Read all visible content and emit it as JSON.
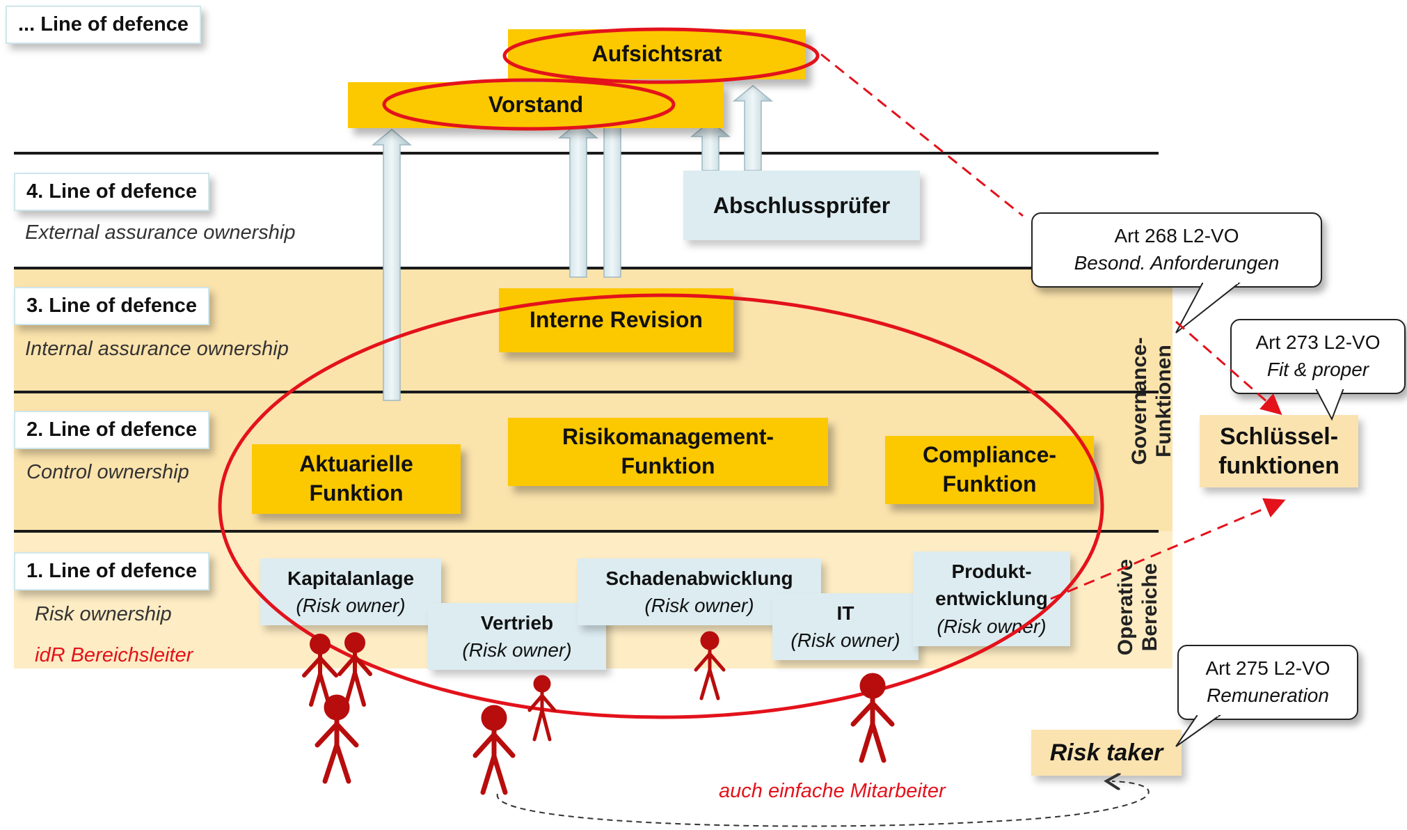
{
  "header_label": "... Line of defence",
  "lines": [
    {
      "title": "4. Line of defence",
      "subtitle": "External assurance ownership"
    },
    {
      "title": "3. Line of defence",
      "subtitle": "Internal assurance ownership"
    },
    {
      "title": "2. Line of defence",
      "subtitle": "Control ownership"
    },
    {
      "title": "1. Line of defence",
      "subtitle": "Risk ownership",
      "note": "idR Bereichsleiter"
    }
  ],
  "top_boxes": {
    "aufsichtsrat": "Aufsichtsrat",
    "vorstand": "Vorstand"
  },
  "auditor": "Abschlussprüfer",
  "interne_revision": "Interne Revision",
  "functions": {
    "aktuarielle": [
      "Aktuarielle",
      "Funktion"
    ],
    "risikomanagement": [
      "Risikomanagement-",
      "Funktion"
    ],
    "compliance": [
      "Compliance-",
      "Funktion"
    ]
  },
  "operative": [
    {
      "name": "Kapitalanlage",
      "owner": "(Risk owner)"
    },
    {
      "name": "Vertrieb",
      "owner": "(Risk owner)"
    },
    {
      "name": "Schadenabwicklung",
      "owner": "(Risk owner)"
    },
    {
      "name": "IT",
      "owner": "(Risk owner)"
    },
    {
      "name": "Produkt-",
      "name2": "entwicklung",
      "owner": "(Risk owner)"
    }
  ],
  "side_labels": {
    "governance": [
      "Governance-",
      "Funktionen"
    ],
    "operative": [
      "Operative",
      "Bereiche"
    ]
  },
  "callouts": [
    {
      "line1": "Art 268 L2-VO",
      "line2": "Besond. Anforderungen"
    },
    {
      "line1": "Art 273 L2-VO",
      "line2": "Fit & proper"
    },
    {
      "line1": "Art 275 L2-VO",
      "line2": "Remuneration"
    }
  ],
  "schluessel": [
    "Schlüssel-",
    "funktionen"
  ],
  "risk_taker": "Risk taker",
  "mitarbeiter_note": "auch einfache Mitarbeiter",
  "colors": {
    "gold": "#fcc800",
    "band": "#fbe3ac",
    "blue_box": "#dcecf1",
    "red": "#e3121b",
    "figure": "#c40f0f"
  }
}
